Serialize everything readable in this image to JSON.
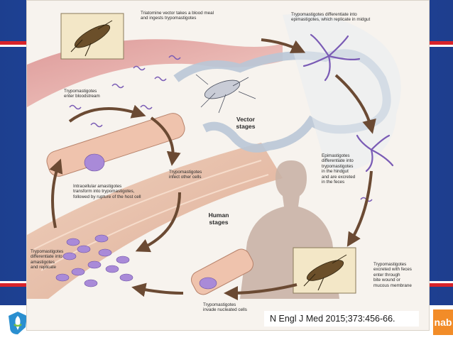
{
  "slide": {
    "vector_stages_label": "Vector\nstages",
    "human_stages_label": "Human\nstages",
    "citation": "N Engl J Med 2015;373:456-66.",
    "logo_right_text": "nab"
  },
  "steps": [
    {
      "id": "blood-meal",
      "text": "Triatomine vector takes a blood meal\nand ingests trypomastigotes"
    },
    {
      "id": "epimastigote-midgut",
      "text": "Trypomastigotes differentiate into\nepimastigotes, which replicate in midgut"
    },
    {
      "id": "hindgut",
      "text": "Epimastigotes\ndifferentiate into\ntrypomastigotes\nin the hindgut\nand are excreted\nin the feces"
    },
    {
      "id": "feces-entry",
      "text": "Trypomastigotes\nexcreted with feces\nenter through\nbite wound or\nmucous membrane"
    },
    {
      "id": "invade-cells",
      "text": "Trypomastigotes\ninvade nucleated cells"
    },
    {
      "id": "amastigotes",
      "text": "Trypomastigotes\ndifferentiate into\namastigotes\nand replicate"
    },
    {
      "id": "transform",
      "text": "Intracellular amastigotes\ntransform into trypomastigotes,\nfollowed by rupture of the host cell"
    },
    {
      "id": "infect-other",
      "text": "Trypomastigotes\ninfect other cells"
    },
    {
      "id": "bloodstream",
      "text": "Trypomastigotes\nenter bloodstream"
    }
  ],
  "colors": {
    "banner_blue": "#1f4aa6",
    "banner_red": "#d8232a",
    "arrow_brown": "#6b4a33",
    "parasite_purple": "#7a5bb5",
    "skin": "#e9b7a0",
    "silhouette": "#c9b2a6"
  }
}
